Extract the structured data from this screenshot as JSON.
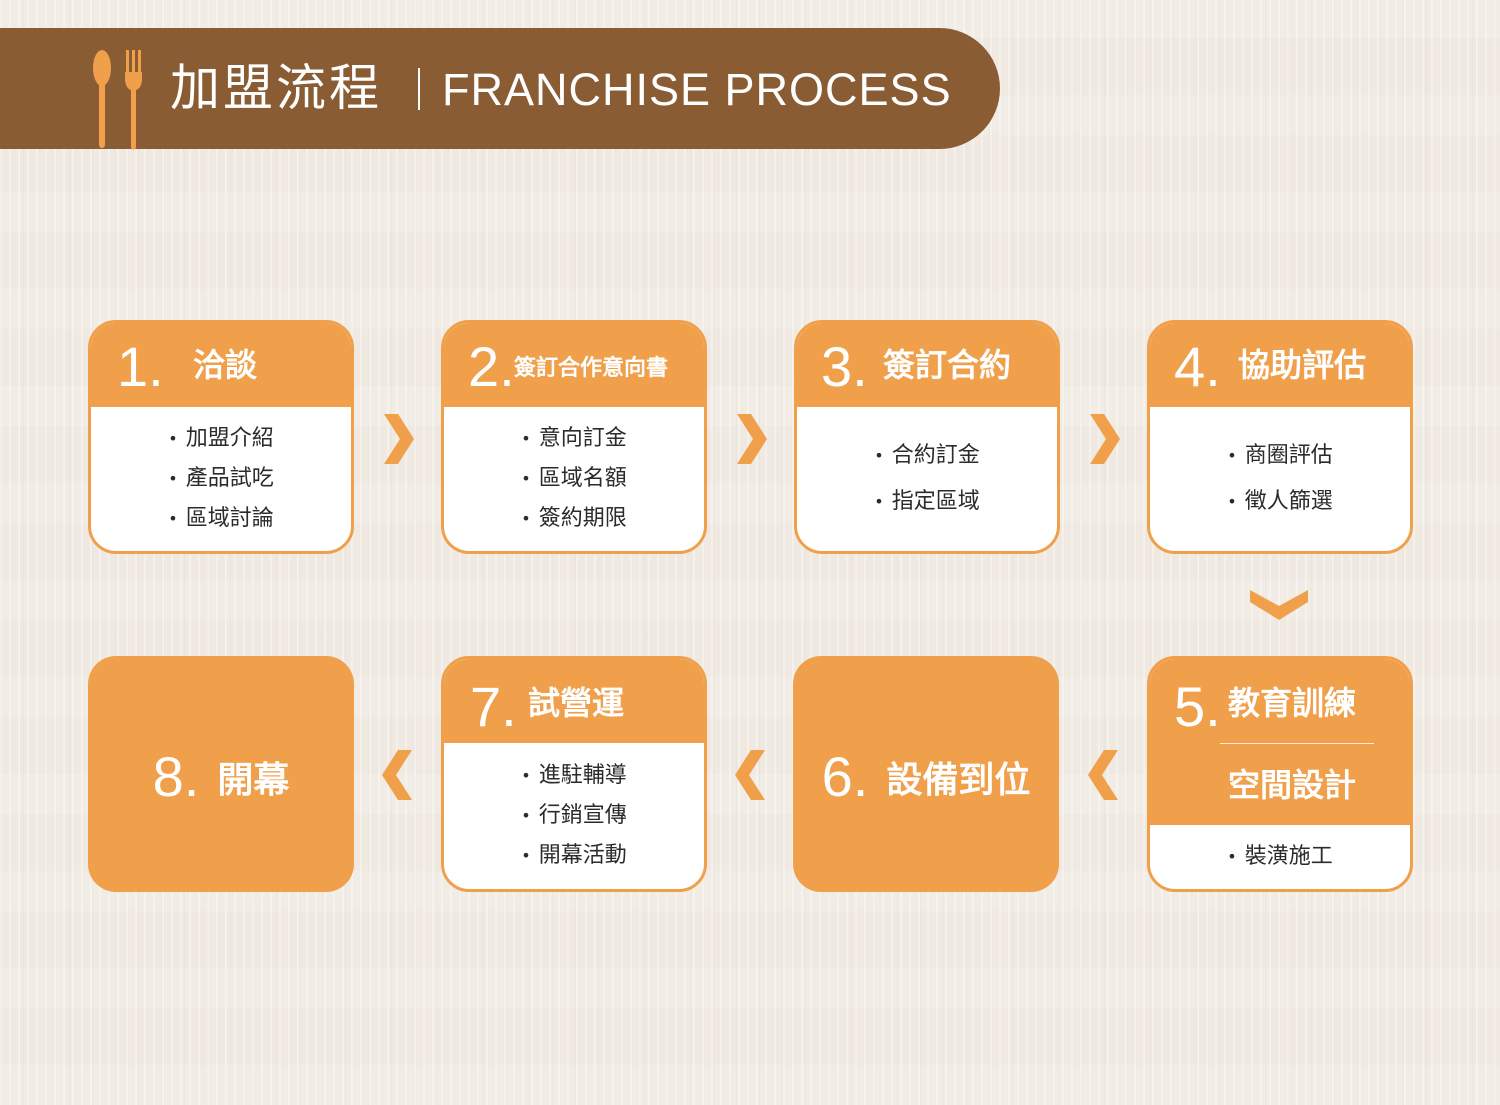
{
  "header": {
    "title_zh": "加盟流程",
    "title_en": "FRANCHISE PROCESS",
    "icon": "spoon-fork-icon",
    "colors": {
      "banner": "#8a5c34",
      "icon": "#f0a04b",
      "accent": "#f0a04b"
    }
  },
  "steps": [
    {
      "num": "1.",
      "title": "洽談",
      "items": [
        "加盟介紹",
        "產品試吃",
        "區域討論"
      ]
    },
    {
      "num": "2.",
      "title": "簽訂合作意向書",
      "items": [
        "意向訂金",
        "區域名額",
        "簽約期限"
      ]
    },
    {
      "num": "3.",
      "title": "簽訂合約",
      "items": [
        "合約訂金",
        "指定區域"
      ]
    },
    {
      "num": "4.",
      "title": "協助評估",
      "items": [
        "商圈評估",
        "徵人篩選"
      ]
    },
    {
      "num": "5.",
      "title": "教育訓練",
      "title2": "空間設計",
      "items": [
        "裝潢施工"
      ]
    },
    {
      "num": "6.",
      "title": "設備到位",
      "items": []
    },
    {
      "num": "7.",
      "title": "試營運",
      "items": [
        "進駐輔導",
        "行銷宣傳",
        "開幕活動"
      ]
    },
    {
      "num": "8.",
      "title": "開幕",
      "items": []
    }
  ],
  "arrows": [
    "chevron-right-icon",
    "chevron-down-icon",
    "chevron-left-icon"
  ]
}
